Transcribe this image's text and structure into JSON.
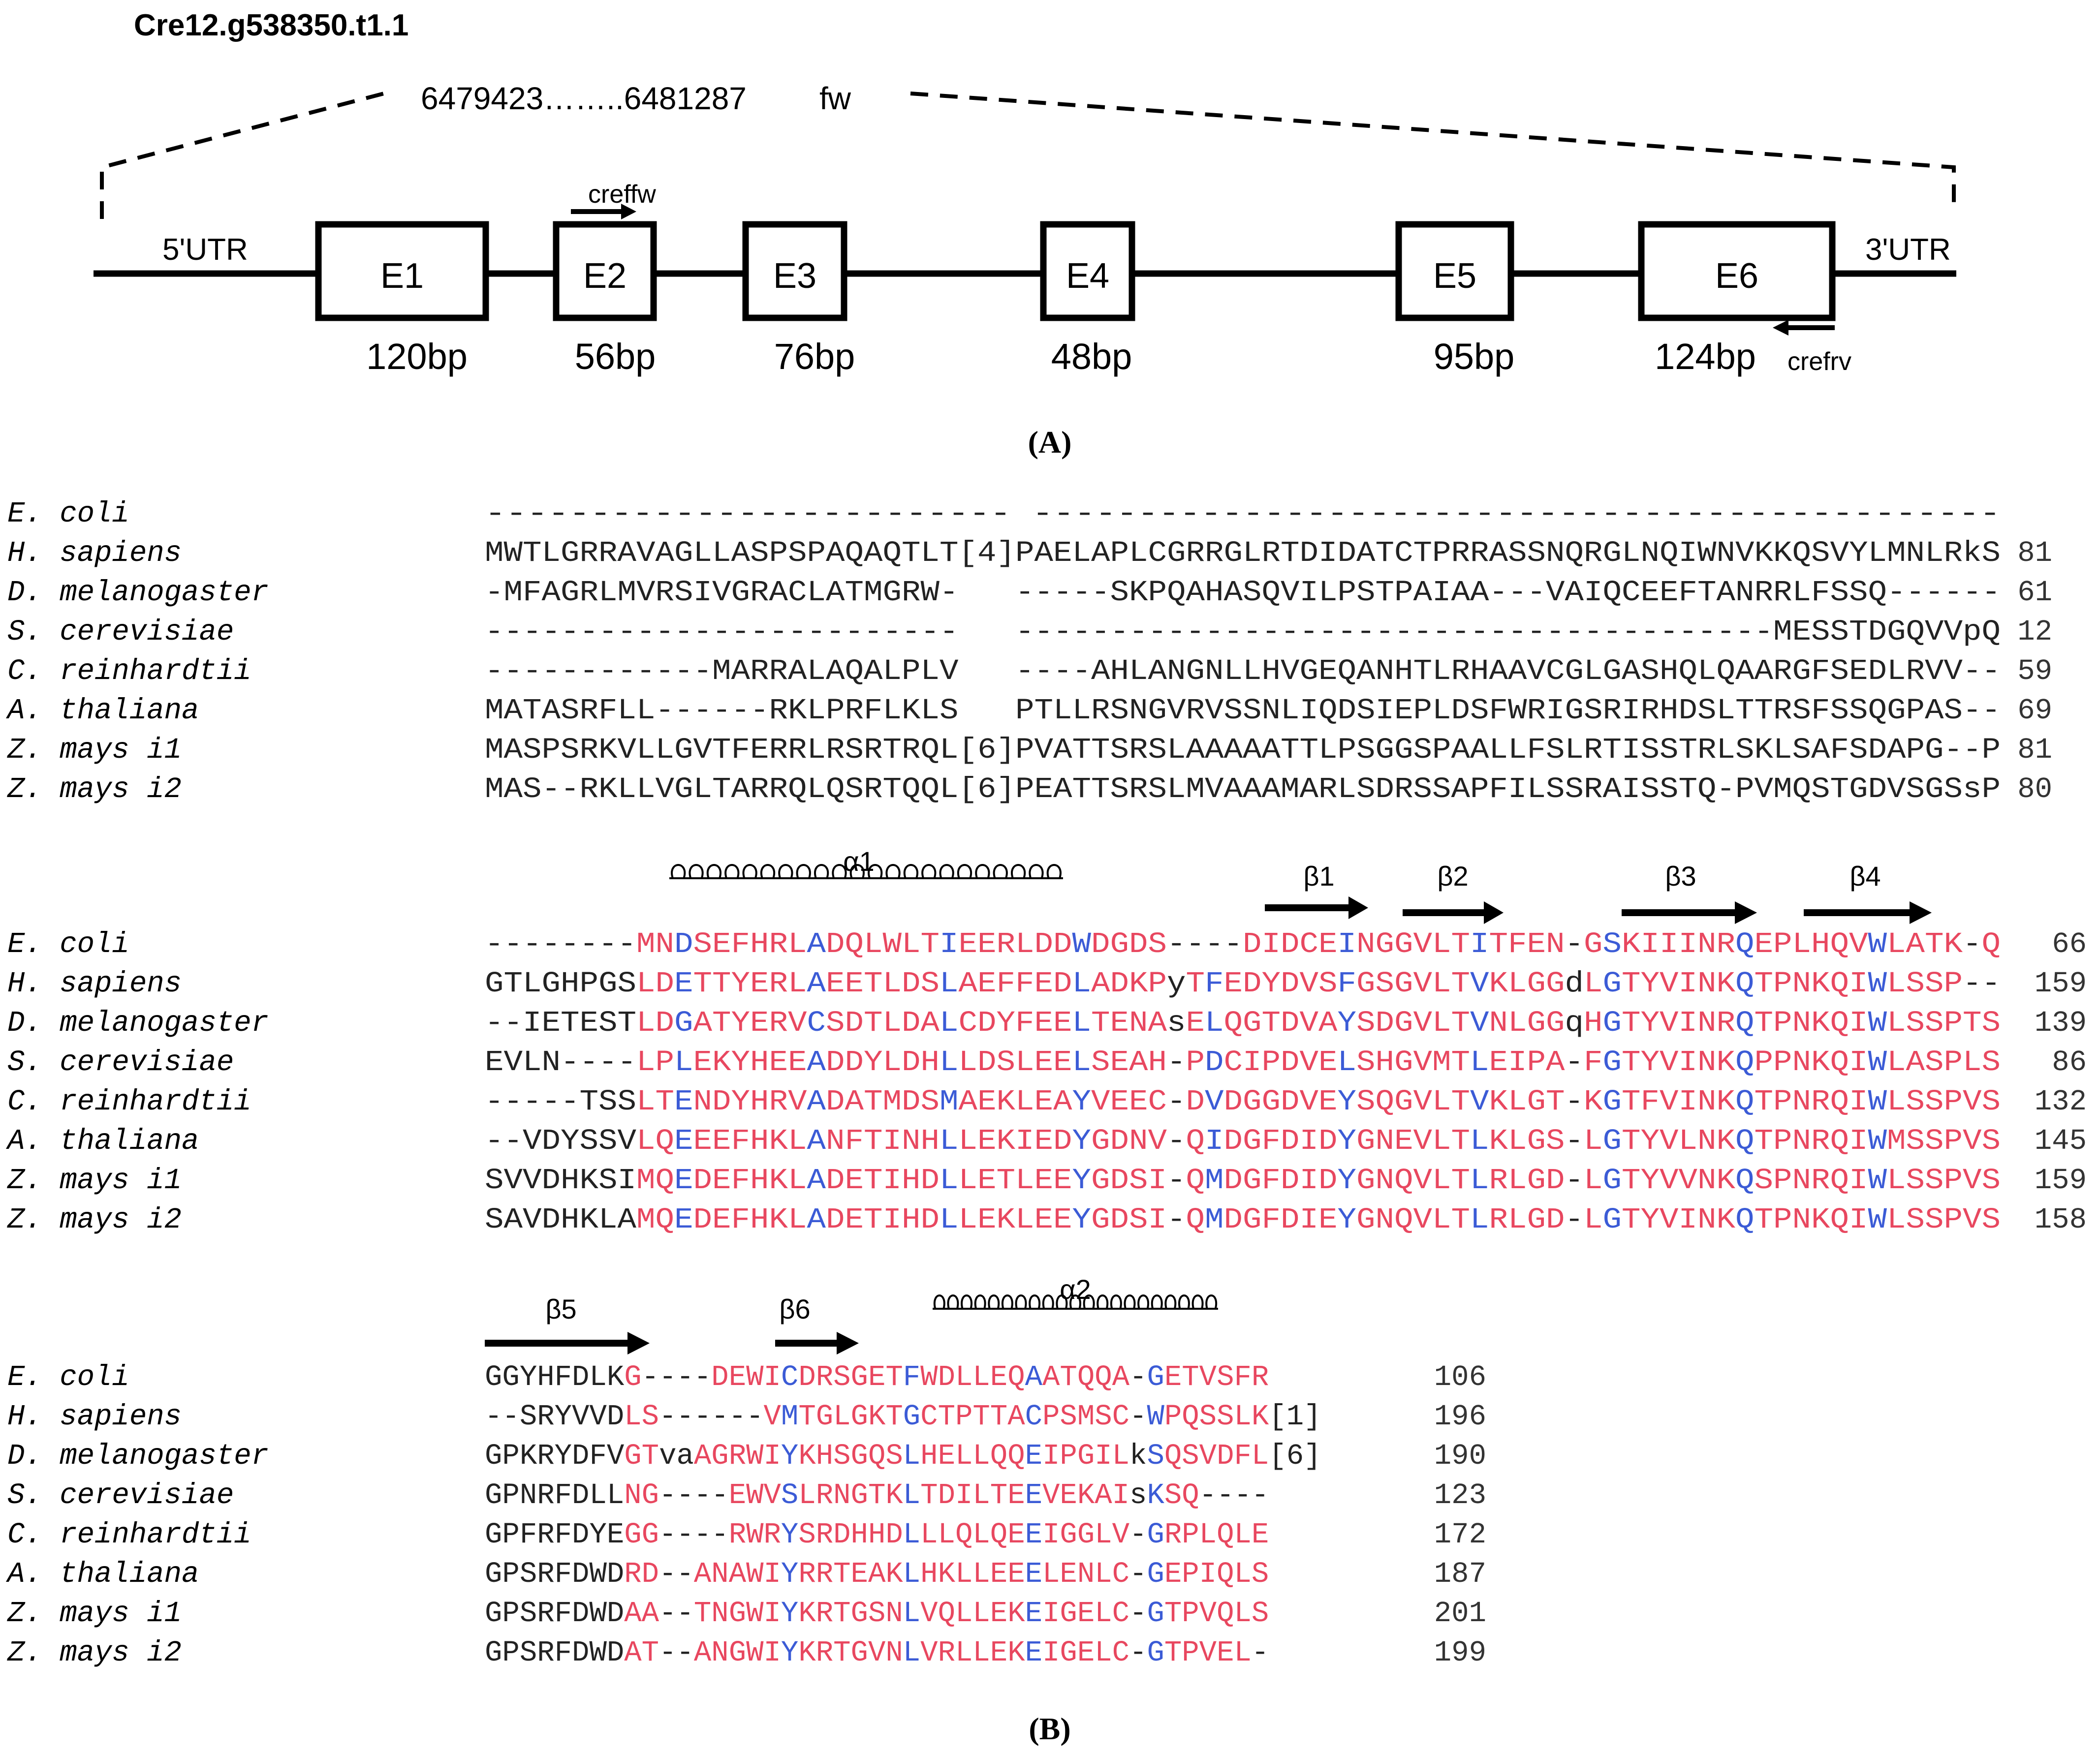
{
  "panel_a": {
    "gene_id": "Cre12.g538350.t1.1",
    "coords": "6479423……..6481287",
    "strand": "fw",
    "utr5": "5'UTR",
    "utr3": "3'UTR",
    "exons": [
      {
        "label": "E1",
        "size": "120bp"
      },
      {
        "label": "E2",
        "size": "56bp"
      },
      {
        "label": "E3",
        "size": "76bp"
      },
      {
        "label": "E4",
        "size": "48bp"
      },
      {
        "label": "E5",
        "size": "95bp"
      },
      {
        "label": "E6",
        "size": "124bp"
      }
    ],
    "primer_fw": "creffw",
    "primer_rv": "crefrv",
    "caption": "(A)"
  },
  "panel_b": {
    "caption": "(B)",
    "species": [
      "E. coli",
      "H. sapiens",
      "D. melanogaster",
      "S. cerevisiae",
      "C. reinhardtii",
      "A. thaliana",
      "Z. mays i1",
      "Z. mays i2"
    ],
    "colors": {
      "red": "#e8475f",
      "blue": "#3b5bd6",
      "black": "#222222"
    },
    "blocks": [
      {
        "rows": [
          {
            "seq": "------------------------- ----------------------------------------------",
            "num": ""
          },
          {
            "seq": "MWTLGRRAVAGLLASPSPAQAQTLT[4]PAELAPLCGRRGLRTDIDATCTPRRASSNQRGLNQIWNVKKQSVYLMNLRkS",
            "num": "81"
          },
          {
            "seq": "-MFAGRLMVRSIVGRACLATMGRW-   -----SKPQAHASQVILPSTPAIAA---VAIQCEEFTANRRLFSSQ------",
            "num": "61"
          },
          {
            "seq": "-------------------------   ----------------------------------------MESSTDGQVVpQ",
            "num": "12"
          },
          {
            "seq": "------------MARRALAQALPLV   ----AHLANGNLLHVGEQANHTLRHAAVCGLGASHQLQAARGFSEDLRVV--",
            "num": "59"
          },
          {
            "seq": "MATASRFLL------RKLPRFLKLS   PTLLRSNGVRVSSNLIQDSIEPLDSFWRIGSRIRHDSLTTRSFSSQGPAS--",
            "num": "69"
          },
          {
            "seq": "MASPSRKVLLGVTFERRLRSRTRQL[6]PVATTSRSLAAAAATTLPSGGSPAALLFSLRTISSTRLSKLSAFSDAPG--P",
            "num": "81"
          },
          {
            "seq": "MAS--RKLLVGLTARRQLQSRTQQL[6]PEATTSRSLMVAAAMARLSDRSSAPFILSSRAISSTQ-PVMQSTGDVSGSsP",
            "num": "80"
          }
        ]
      },
      {
        "ss": [
          {
            "type": "helix",
            "label": "α1"
          },
          {
            "type": "strand",
            "label": "β1"
          },
          {
            "type": "strand",
            "label": "β2"
          },
          {
            "type": "strand",
            "label": "β3"
          },
          {
            "type": "strand",
            "label": "β4"
          }
        ],
        "rows": [
          {
            "seq": "--------MNDSEFHRLADQLWLTIEERLDDWDGDS----DIDCEINGGVLTITFEN-GSKIIINRQEPLHQVWLATK-Q",
            "num": "66"
          },
          {
            "seq": "GTLGHPGSLDETTYERLAEETLDSLAEFFEDLADKPyTFEDYDVSFGSGVLTVKLGGdLGTYVINKQTPNKQIWLSSP--",
            "num": "159"
          },
          {
            "seq": "--IETESTLDGATYERVCSDTLDALCDYFEELTENAsELQGTDVAYSDGVLTVNLGGqHGTYVINRQTPNKQIWLSSPTS",
            "num": "139"
          },
          {
            "seq": "EVLN----LPLEKYHEEADDYLDHLLDSLEELSEAH-PDCIPDVELSHGVMTLEIPA-FGTYVINKQPPNKQIWLASPLS",
            "num": "86"
          },
          {
            "seq": "-----TSSLTENDYHRVADATMDSMAEKLEAYVEEC-DVDGGDVEYSQGVLTVKLGT-KGTFVINKQTPNRQIWLSSPVS",
            "num": "132"
          },
          {
            "seq": "--VDYSSVLQEEEFHKLANFTINHLLEKIEDYGDNV-QIDGFDIDYGNEVLTLKLGS-LGTYVLNKQTPNRQIWMSSPVS",
            "num": "145"
          },
          {
            "seq": "SVVDHKSIMQEDEFHKLADETIHDLLETLEEYGDSI-QMDGFDIDYGNQVLTLRLGD-LGTYVVNKQSPNRQIWLSSPVS",
            "num": "159"
          },
          {
            "seq": "SAVDHKLAMQEDEFHKLADETIHDLLEKLEEYGDSI-QMDGFDIEYGNQVLTLRLGD-LGTYVINKQTPNKQIWLSSPVS",
            "num": "158"
          }
        ]
      },
      {
        "ss": [
          {
            "type": "strand",
            "label": "β5"
          },
          {
            "type": "strand",
            "label": "β6"
          },
          {
            "type": "helix",
            "label": "α2"
          }
        ],
        "rows": [
          {
            "seq": "GGYHFDLKG----DEWICDRSGETFWDLLEQAATQQA-GETVSFR",
            "num": "106"
          },
          {
            "seq": "--SRYVVDLS------VMTGLGKTGCTPTTACPSMSC-WPQSSLK[1]",
            "num": "196"
          },
          {
            "seq": "GPKRYDFVGTvaAGRWIYKHSGQSLHELLQQEIPGILkSQSVDFL[6]",
            "num": "190"
          },
          {
            "seq": "GPNRFDLLNG----EWVSLRNGTKLTDILTEEVEKAIsKSQ----",
            "num": "123"
          },
          {
            "seq": "GPFRFDYEGG----RWRYSRDHHDLLLQLQEEIGGLV-GRPLQLE",
            "num": "172"
          },
          {
            "seq": "GPSRFDWDRD--ANAWIYRRTEAKLHKLLEEELENLC-GEPIQLS",
            "num": "187"
          },
          {
            "seq": "GPSRFDWDAA--TNGWIYKRTGSNLVQLLEKEIGELC-GTPVQLS",
            "num": "201"
          },
          {
            "seq": "GPSRFDWDAT--ANGWIYKRTGVNLVRLLEKEIGELC-GTPVEL-",
            "num": "199"
          }
        ]
      }
    ]
  }
}
